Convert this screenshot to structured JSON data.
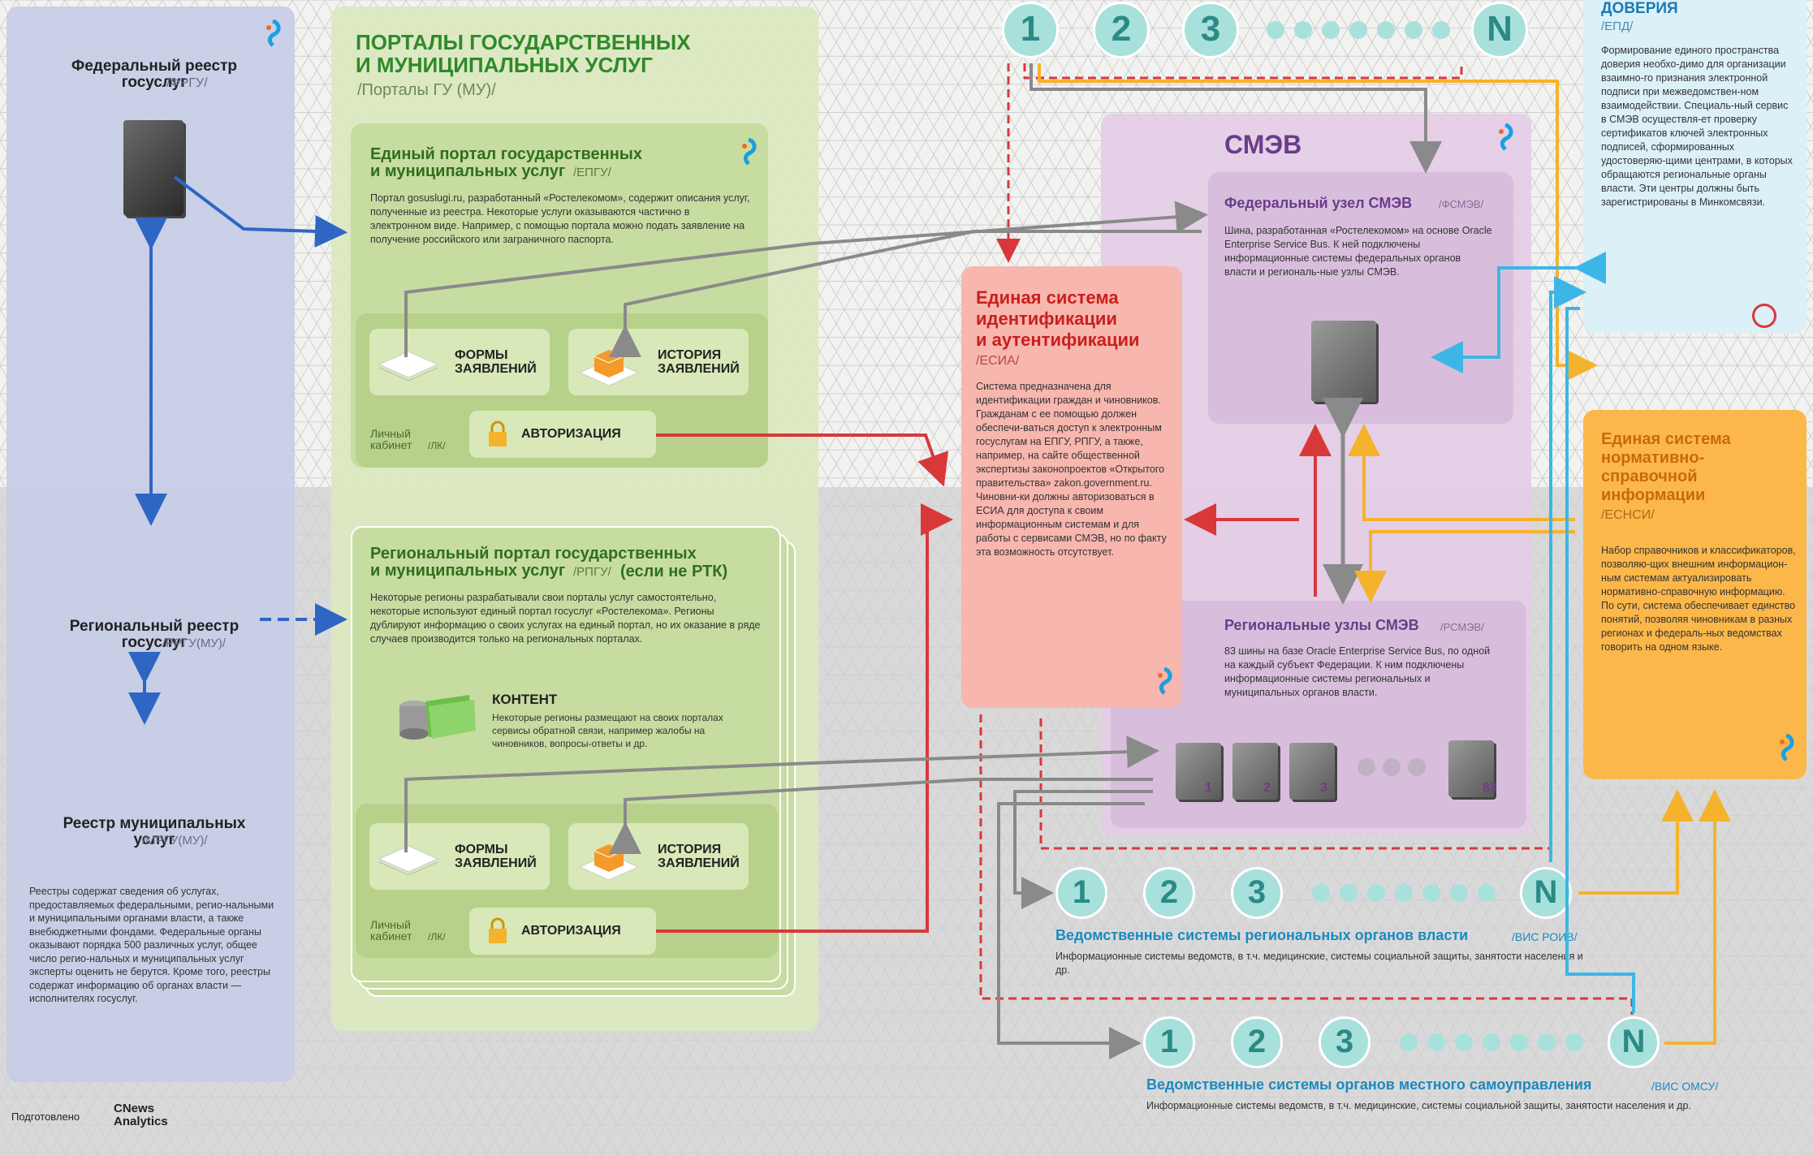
{
  "frgu": {
    "title": "Федеральный реестр\nгосуслуг",
    "tag": "/ФРГУ/"
  },
  "rrgu": {
    "title": "Региональный реестр\nгосуслуг",
    "tag": "/РРГУ(МУ)/"
  },
  "mrgu": {
    "title": "Реестр муниципальных\nуслуг",
    "tag": "/МРГУ(МУ)/"
  },
  "registry_note": "Реестры содержат сведения об услугах, предоставляемых федеральными, регио-нальными и муниципальными органами власти, а также внебюджетными фондами. Федеральные органы оказывают порядка 500 различных услуг, общее число регио-нальных и муниципальных услуг эксперты оценить не берутся. Кроме того, реестры содержат информацию об органах власти — исполнителях госуслуг.",
  "prepared_by": "Подготовлено",
  "cnews_logo": "CNews Analytics",
  "portals": {
    "title": "ПОРТАЛЫ ГОСУДАРСТВЕННЫХ\nИ МУНИЦИПАЛЬНЫХ УСЛУГ",
    "tag": "/Порталы ГУ (МУ)/"
  },
  "epgu": {
    "title": "Единый портал государственных\nи муниципальных услуг",
    "tag": "/ЕПГУ/",
    "text": "Портал gosuslugi.ru, разработанный «Ростелекомом», содержит описания услуг, полученные из реестра. Некоторые услуги оказываются частично в электронном виде. Например, с помощью портала можно подать заявление на получение российского или заграничного паспорта.",
    "forms": "ФОРМЫ\nЗАЯВЛЕНИЙ",
    "history": "ИСТОРИЯ\nЗАЯВЛЕНИЙ",
    "cabinet": "Личный\nкабинет",
    "cabinet_tag": "/ЛК/",
    "auth": "АВТОРИЗАЦИЯ"
  },
  "rpgu": {
    "title": "Региональный портал государственных\nи муниципальных услуг",
    "tag": "/РПГУ/",
    "title_suffix": "(если не РТК)",
    "text": "Некоторые регионы разрабатывали свои порталы услуг самостоятельно, некоторые используют единый портал госуслуг «Ростелекома». Регионы дублируют информацию о своих услугах на единый портал, но их оказание в ряде случаев производится только на региональных порталах.",
    "content_title": "КОНТЕНТ",
    "content_text": "Некоторые регионы размещают на своих порталах сервисы обратной связи, например жалобы на чиновников, вопросы-ответы и др.",
    "forms": "ФОРМЫ\nЗАЯВЛЕНИЙ",
    "history": "ИСТОРИЯ\nЗАЯВЛЕНИЙ",
    "cabinet": "Личный\nкабинет",
    "cabinet_tag": "/ЛК/",
    "auth": "АВТОРИЗАЦИЯ"
  },
  "esia": {
    "title": "Единая система\nидентификации\nи аутентификации",
    "tag": "/ЕСИА/",
    "text": "Система предназначена для идентификации граждан и чиновников. Гражданам с ее помощью должен обеспечи-ваться доступ к электронным госуслугам на ЕПГУ, РПГУ, а также, например, на сайте общественной экспертизы законопроектов «Открытого правительства» zakon.government.ru. Чиновни-ки должны авторизоваться в ЕСИА для доступа к своим информационным системам и для работы с сервисами СМЭВ, но по факту эта возможность отсутствует."
  },
  "smev": {
    "title": "СМЭВ"
  },
  "fsmev": {
    "title": "Федеральный узел СМЭВ",
    "tag": "/ФСМЭВ/",
    "text": "Шина, разработанная «Ростелекомом» на основе Oracle Enterprise Service Bus. К ней подключены информационные системы федеральных органов власти и региональ-ные узлы СМЭВ."
  },
  "rsmev": {
    "title": "Региональные узлы СМЭВ",
    "tag": "/РСМЭВ/",
    "text": "83 шины на базе Oracle Enterprise Service Bus, по одной на каждый субъект Федерации. К ним подключены информационные системы региональных и муниципальных органов власти.",
    "nodes": [
      "1",
      "2",
      "3",
      "83"
    ]
  },
  "epd": {
    "title": "ДОВЕРИЯ",
    "tag": "/ЕПД/",
    "text": "Формирование единого пространства доверия необхо-димо для организации взаимно-го признания электронной подписи при межведомствен-ном взаимодействии. Специаль-ный сервис в СМЭВ осуществля-ет проверку сертификатов ключей электронных подписей, сформированных удостоверяю-щими центрами, в которых обращаются региональные органы власти. Эти центры должны быть зарегистрированы в Минкомсвязи."
  },
  "esnsi": {
    "title": "Единая система\nнормативно-\nсправочной\nинформации",
    "tag": "/ЕСНСИ/",
    "text": "Набор справочников и классификаторов, позволяю-щих внешним информацион-ным системам актуализировать нормативно-справочную информацию. По сути, система обеспечивает единство понятий, позволяя чиновникам в разных регионах и федераль-ных ведомствах говорить на одном языке."
  },
  "top_systems": [
    "1",
    "2",
    "3",
    "N"
  ],
  "roiv": {
    "nodes": [
      "1",
      "2",
      "3",
      "N"
    ],
    "title": "Ведомственные системы региональных органов власти",
    "tag": "/ВИС РОИВ/",
    "text": "Информационные системы ведомств, в т.ч. медицинские, системы социальной защиты, занятости населения и др."
  },
  "omsu": {
    "nodes": [
      "1",
      "2",
      "3",
      "N"
    ],
    "title": "Ведомственные системы органов местного самоуправления",
    "tag": "/ВИС ОМСУ/",
    "text": "Информационные системы ведомств, в т.ч. медицинские, системы социальной защиты, занятости населения и др."
  },
  "colors": {
    "blue_panel": "#c5cde6",
    "green_panel": "#dbe8bf",
    "inner_green": "#c7dca0",
    "purple_panel": "#e4cde6",
    "purple_inner": "#d8bedc",
    "esia_panel": "#f7b6ae",
    "epd_panel": "#dbf0f7",
    "esnsi_panel": "#fcb74a",
    "red_line": "#d9383a",
    "gray_line": "#8a8a8a",
    "orange_line": "#f5b22c",
    "cyan_line": "#3cb6e6",
    "blue_line": "#2f66c4"
  }
}
